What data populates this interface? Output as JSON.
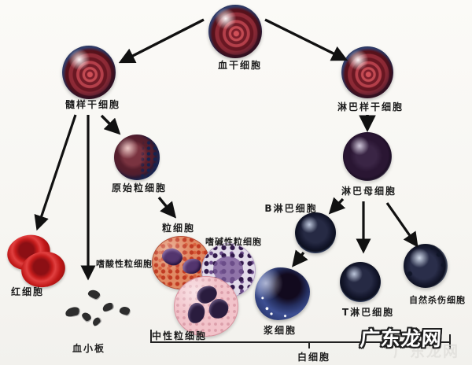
{
  "nodes": {
    "hsc": {
      "label": "血干细胞"
    },
    "myeloid": {
      "label": "髓样干细胞"
    },
    "lymphoid": {
      "label": "淋巴样干细胞"
    },
    "myeloblast": {
      "label": "原始粒细胞"
    },
    "granulocyte": {
      "label": "粒细胞"
    },
    "eosinophil": {
      "label": "嗜酸性粒细胞"
    },
    "basophil": {
      "label": "嗜碱性粒细胞"
    },
    "neutrophil": {
      "label": "中性粒细胞"
    },
    "rbc": {
      "label": "红细胞"
    },
    "platelet": {
      "label": "血小板"
    },
    "lymphoblast": {
      "label": "淋巴母细胞"
    },
    "bcell": {
      "label": "B淋巴细胞"
    },
    "plasma": {
      "label": "浆细胞"
    },
    "tcell": {
      "label": "T淋巴细胞"
    },
    "nk": {
      "label": "自然杀伤细胞"
    },
    "wbc_group": {
      "label": "白细胞"
    }
  },
  "edges": [
    {
      "from": "血干细胞",
      "to": "髓样干细胞"
    },
    {
      "from": "血干细胞",
      "to": "淋巴样干细胞"
    },
    {
      "from": "髓样干细胞",
      "to": "红细胞"
    },
    {
      "from": "髓样干细胞",
      "to": "血小板"
    },
    {
      "from": "髓样干细胞",
      "to": "原始粒细胞"
    },
    {
      "from": "原始粒细胞",
      "to": "粒细胞"
    },
    {
      "from": "淋巴样干细胞",
      "to": "淋巴母细胞"
    },
    {
      "from": "淋巴母细胞",
      "to": "B淋巴细胞"
    },
    {
      "from": "淋巴母细胞",
      "to": "T淋巴细胞"
    },
    {
      "from": "淋巴母细胞",
      "to": "自然杀伤细胞"
    },
    {
      "from": "B淋巴细胞",
      "to": "浆细胞"
    }
  ],
  "grouping": {
    "bracket_label": "白细胞",
    "spans": [
      "中性粒细胞",
      "浆细胞",
      "T淋巴细胞",
      "自然杀伤细胞"
    ]
  },
  "watermark": {
    "text": "广东龙网"
  },
  "colors": {
    "cell_ring_navy": "#1d2750",
    "cell_core_red": "#b03040",
    "myeloblast_maroon": "#571f2d",
    "lymphoblast_purple": "#2a1633",
    "lymphocyte_navy": "#15182e",
    "plasma_blue": "#3d4f92",
    "rbc_red": "#c51c1c",
    "eosinophil_orange": "#e08a64",
    "basophil_purple": "#31194a",
    "neutrophil_pink": "#f2c3ca",
    "label_text": "#1c1c1c",
    "arrow_black": "#111111",
    "watermark_fill": "#ffffff"
  }
}
